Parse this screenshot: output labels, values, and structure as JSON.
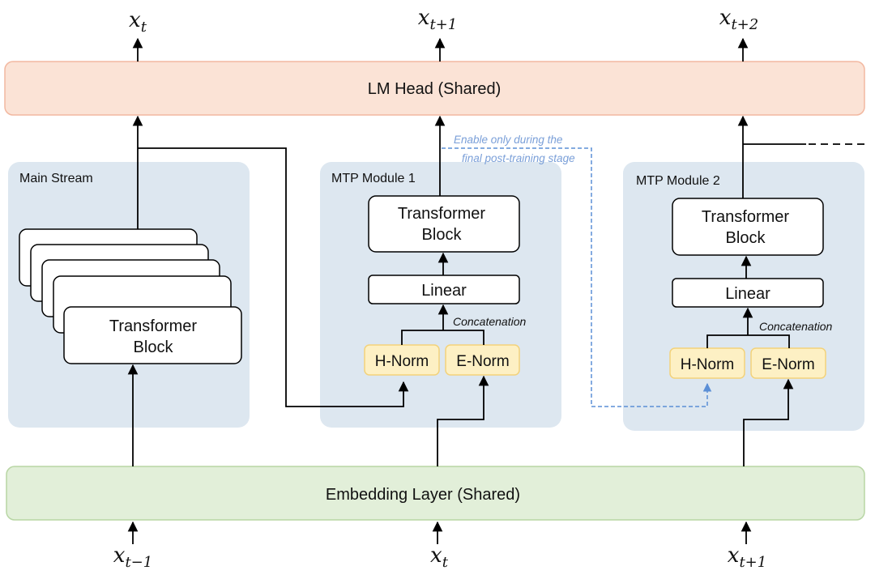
{
  "lm_head": {
    "label": "LM Head (Shared)"
  },
  "embedding": {
    "label": "Embedding Layer (Shared)"
  },
  "outputs": {
    "o1": {
      "base": "x",
      "sub": "t"
    },
    "o2": {
      "base": "x",
      "sub": "t+1"
    },
    "o3": {
      "base": "x",
      "sub": "t+2"
    }
  },
  "inputs": {
    "i1": {
      "base": "x",
      "sub": "t−1"
    },
    "i2": {
      "base": "x",
      "sub": "t"
    },
    "i3": {
      "base": "x",
      "sub": "t+1"
    }
  },
  "main_stream": {
    "title": "Main Stream",
    "block_line1": "Transformer",
    "block_line2": "Block"
  },
  "mtp1": {
    "title": "MTP Module 1",
    "block_line1": "Transformer",
    "block_line2": "Block",
    "linear": "Linear",
    "concat": "Concatenation",
    "hnorm": "H-Norm",
    "enorm": "E-Norm"
  },
  "mtp2": {
    "title": "MTP Module 2",
    "block_line1": "Transformer",
    "block_line2": "Block",
    "linear": "Linear",
    "concat": "Concatenation",
    "hnorm": "H-Norm",
    "enorm": "E-Norm"
  },
  "note": {
    "line1": "Enable only during the",
    "line2": "final post-training stage"
  },
  "colors": {
    "lm_head_fill": "#fbe3d6",
    "lm_head_stroke": "#f2b8a0",
    "embedding_fill": "#e2efd9",
    "embedding_stroke": "#b8d6a4",
    "module_fill": "#dde7f0",
    "norm_fill": "#fdf0c4",
    "norm_stroke": "#f3d27a",
    "dashed_accent": "#5b8fd6",
    "note_text": "#7a9fd8"
  }
}
